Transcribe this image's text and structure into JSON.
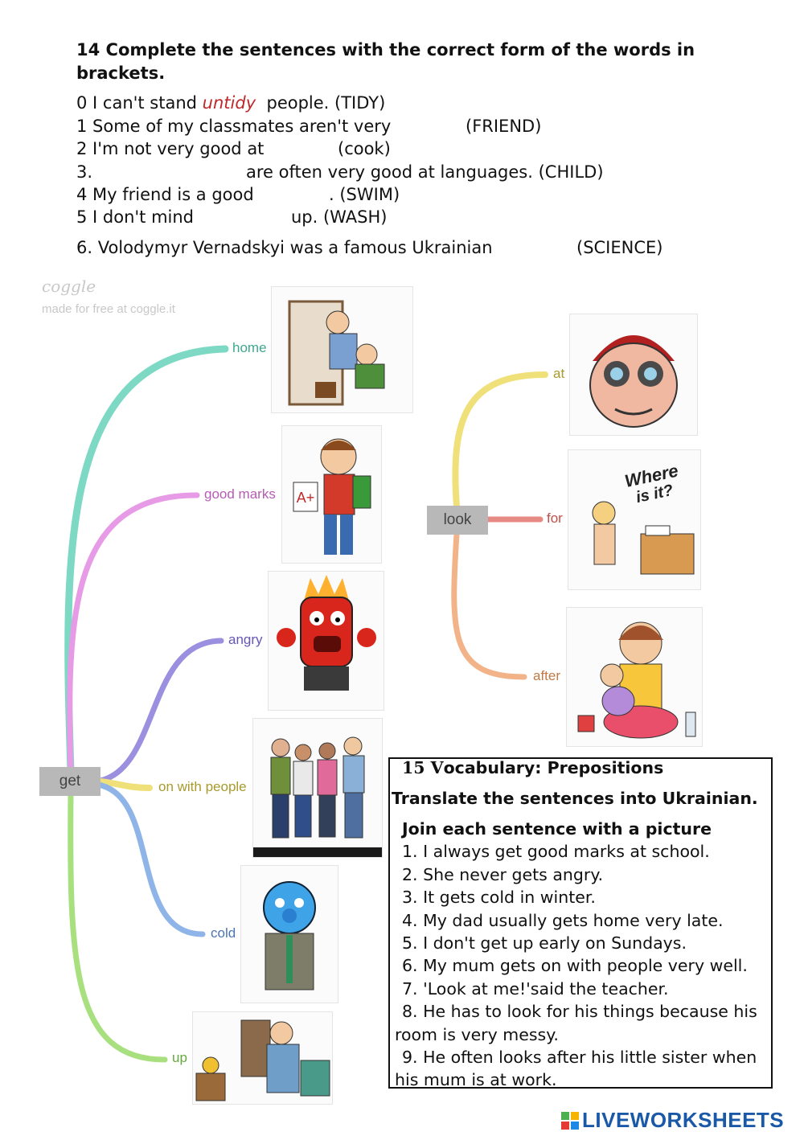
{
  "exercise14": {
    "title": "14 Complete the sentences with the correct form of the words in brackets.",
    "lines": [
      {
        "pre": "0 I can't stand ",
        "answer": "untidy",
        "post": "people. (TIDY)"
      },
      {
        "text": "1 Some of my classmates aren't very",
        "hint": "(FRIEND)"
      },
      {
        "text": "2 I'm not very good at",
        "hint": "(сооk)"
      },
      {
        "text": "3.",
        "hint": "are often very good at languages. (CHILD)"
      },
      {
        "text": "4 My friend is a good",
        "hint": ". (SWIM)"
      },
      {
        "text": "5 I don't mind",
        "hint": "up. (WASH)"
      },
      {
        "text": "6. Volodymyr Vernadskyi was a famous Ukrainian",
        "hint": "(SCIENCE)"
      }
    ]
  },
  "mindmap": {
    "logo": "coggle",
    "logo_sub": "made for free at coggle.it",
    "get": {
      "label": "get",
      "branches": [
        "home",
        "good marks",
        "angry",
        "on with people",
        "cold",
        "up"
      ]
    },
    "look": {
      "label": "look",
      "branches": [
        "at",
        "for",
        "after"
      ]
    },
    "picture_text": {
      "where": "Where",
      "is_it": "is it?",
      "grade": "A+"
    },
    "colors": {
      "home": "#7dd9c4",
      "good_marks": "#e79be6",
      "angry": "#9b8fe0",
      "on_with_people": "#efe07a",
      "cold": "#8fb4e8",
      "up": "#a9e07f",
      "at": "#efe07a",
      "for": "#e88a84",
      "after": "#f1b387"
    }
  },
  "exercise15": {
    "title_num": "15",
    "title_rest": "Vocabulary: Prepositions",
    "instruction1": "Translate the sentences into Ukrainian.",
    "instruction2": "Join each sentence with a picture",
    "sentences": [
      "1. I always get good marks at school.",
      "2. She never gets angry.",
      "3. It gets cold in winter.",
      "4. My dad usually gets home very late.",
      "5. I don't get up early on Sundays.",
      "6. My mum gets on with people very well.",
      "7. 'Look at me!'said the teacher.",
      "8. He has to look for his things because his",
      "room is very messy.",
      "9. He often looks after his little sister when",
      "his mum is at work."
    ]
  },
  "footer": {
    "brand": "LIVEWORKSHEETS"
  }
}
